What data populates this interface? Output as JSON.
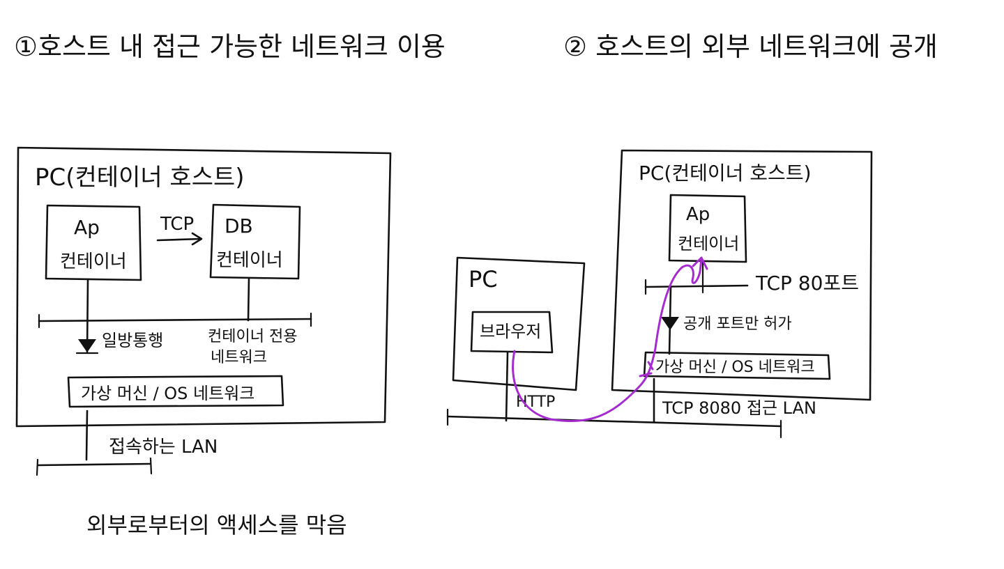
{
  "colors": {
    "ink": "#111111",
    "highlight": "#a52bd0",
    "background": "#ffffff"
  },
  "headings": {
    "option1": "①호스트 내 접근 가능한 네트워크 이용",
    "option2": "② 호스트의 외부 네트워크에 공개"
  },
  "left_diagram": {
    "host_label": "PC(컨테이너 호스트)",
    "ap_container": {
      "line1": "Ap",
      "line2": "컨테이너"
    },
    "db_container": {
      "line1": "DB",
      "line2": "컨테이너"
    },
    "tcp_label": "TCP",
    "one_way_label": "일방통행",
    "container_network_label": {
      "line1": "컨테이너 전용",
      "line2": "네트워크"
    },
    "vm_os_network": "가상 머신 / OS 네트워크",
    "lan_label": "접속하는 LAN",
    "footer_note": "외부로부터의 액세스를 막음"
  },
  "right_diagram": {
    "client_pc_label": "PC",
    "browser_label": "브라우저",
    "http_label": "HTTP",
    "host_label": "PC(컨테이너 호스트)",
    "ap_container": {
      "line1": "Ap",
      "line2": "컨테이너"
    },
    "tcp80_label": "TCP 80포트",
    "public_port_label": "공개 포트만 허가",
    "vm_os_network": "가상 머신 / OS 네트워크",
    "lan_label": "TCP 8080 접근 LAN"
  }
}
